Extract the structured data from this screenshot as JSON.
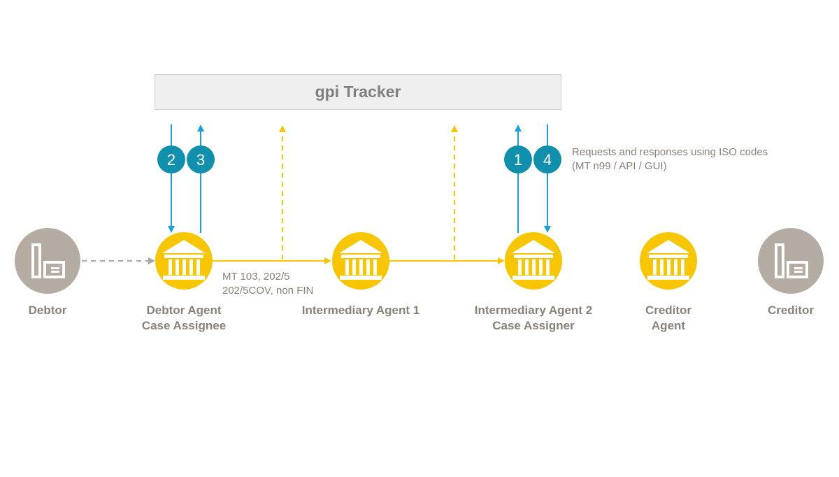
{
  "tracker": {
    "title": "gpi Tracker"
  },
  "colors": {
    "blue": "#1aa0dc",
    "badge": "#1190ad",
    "yellow": "#f7c600",
    "gray_node": "#b4aba2",
    "dashed_gray": "#a7a7a7",
    "label": "#8a8178"
  },
  "icons": {
    "party": "building-icon",
    "agent": "bank-icon"
  },
  "nodes": {
    "debtor": {
      "label": "Debtor"
    },
    "debtor_agent": {
      "line1": "Debtor Agent",
      "line2": "Case Assignee"
    },
    "intermediary1": {
      "label": "Intermediary Agent 1"
    },
    "intermediary2": {
      "line1": "Intermediary Agent 2",
      "line2": "Case Assigner"
    },
    "creditor_agent": {
      "line1": "Creditor",
      "line2": "Agent"
    },
    "creditor": {
      "label": "Creditor"
    }
  },
  "message": {
    "line1": "MT 103, 202/5",
    "line2": "202/5COV, non FIN"
  },
  "steps": {
    "s1": "1",
    "s2": "2",
    "s3": "3",
    "s4": "4"
  },
  "note": {
    "line1": "Requests and responses using ISO codes",
    "line2": "(MT n99 / API / GUI)"
  }
}
